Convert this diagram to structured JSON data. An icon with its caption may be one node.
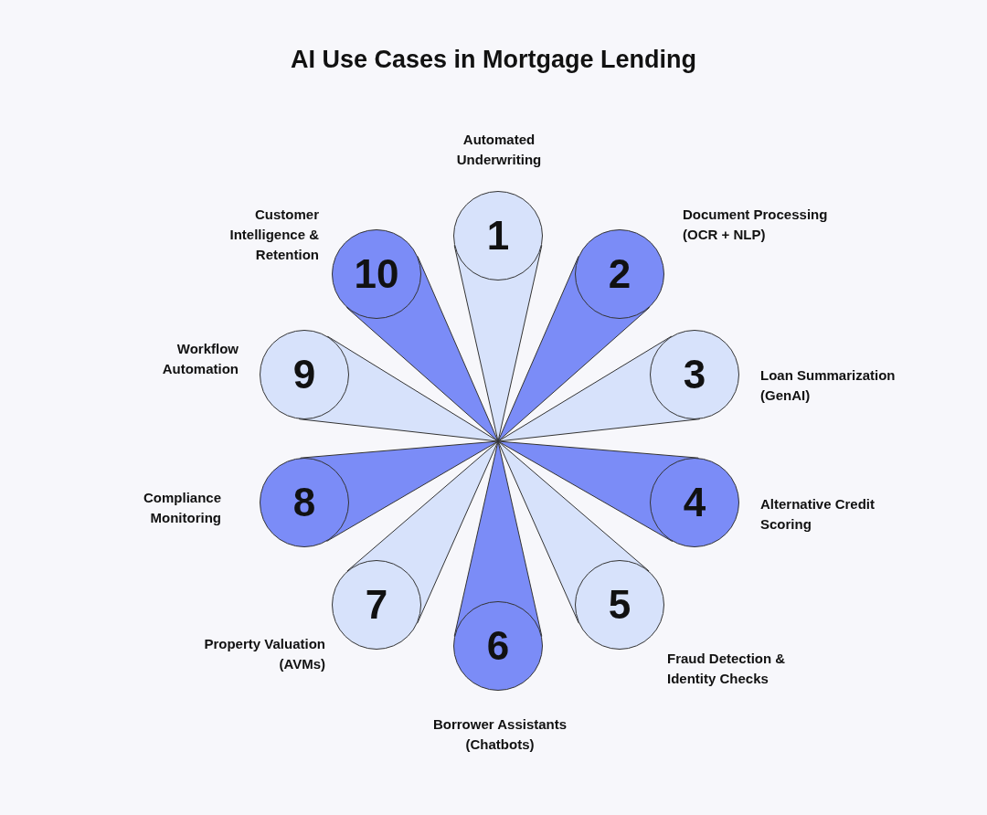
{
  "diagram": {
    "title": "AI Use Cases in Mortgage Lending",
    "nodes": [
      {
        "text": [
          "1"
        ],
        "beside": [
          "Automated Underwriting"
        ]
      },
      {
        "text": [
          "2"
        ],
        "beside": [
          "Document Processing (OCR + NLP)"
        ]
      },
      {
        "text": [
          "3"
        ],
        "beside": [
          "Loan Summarization (GenAI)"
        ]
      },
      {
        "text": [
          "4"
        ],
        "beside": [
          "Alternative Credit Scoring"
        ]
      },
      {
        "text": [
          "5"
        ],
        "beside": [
          "Fraud Detection & Identity Checks"
        ]
      },
      {
        "text": [
          "6"
        ],
        "beside": [
          "Borrower Assistants (Chatbots)"
        ]
      },
      {
        "text": [
          "7"
        ],
        "beside": [
          "Property Valuation (AVMs)"
        ]
      },
      {
        "text": [
          "8"
        ],
        "beside": [
          "Compliance Monitoring"
        ]
      },
      {
        "text": [
          "9"
        ],
        "beside": [
          "Workflow Automation"
        ]
      },
      {
        "text": [
          "10"
        ],
        "beside": [
          "Customer Intelligence & Retention"
        ]
      }
    ]
  }
}
